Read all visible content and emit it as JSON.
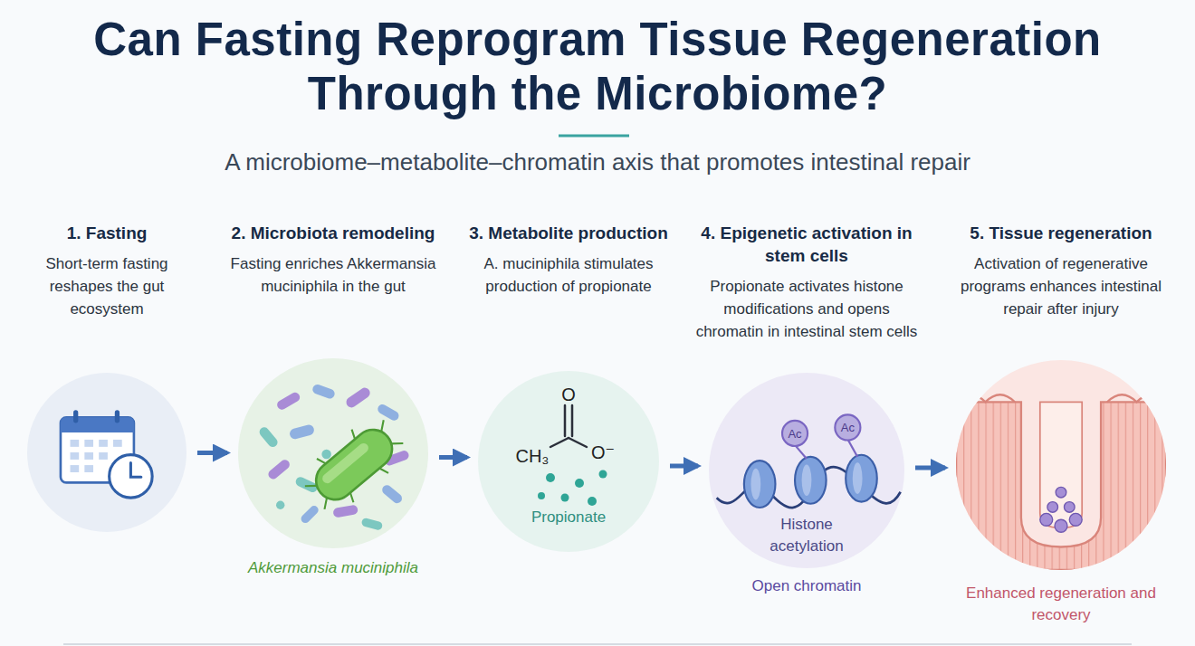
{
  "diagram": {
    "title": "Can Fasting Reprogram Tissue Regeneration Through the Microbiome?",
    "caption": "A microbiome–metabolite–chromatin axis that promotes intestinal repair",
    "nodes": [
      {
        "text": [
          "1. Fasting",
          "Short-term fasting reshapes the gut ecosystem"
        ]
      },
      {
        "text": [
          "2. Microbiota remodeling",
          "Fasting enriches Akkermansia muciniphila in the gut",
          "Akkermansia muciniphila"
        ]
      },
      {
        "text": [
          "3. Metabolite production",
          "A. muciniphila stimulates production of propionate",
          "Propionate"
        ]
      },
      {
        "text": [
          "4. Epigenetic activation in stem cells",
          "Propionate activates histone modifications and opens chromatin in intestinal stem cells",
          "Histone acetylation",
          "Open chromatin"
        ]
      },
      {
        "text": [
          "5. Tissue regeneration",
          "Activation of regenerative programs enhances intestinal repair after injury",
          "Enhanced regeneration and recovery"
        ]
      }
    ],
    "edges": [
      {
        "from": 0,
        "to": 1,
        "arrow": "to"
      },
      {
        "from": 1,
        "to": 2,
        "arrow": "to"
      },
      {
        "from": 2,
        "to": 3,
        "arrow": "to"
      },
      {
        "from": 3,
        "to": 4,
        "arrow": "to"
      }
    ],
    "labels": [
      "O",
      "CH₃",
      "O⁻",
      "Ac",
      "Ac"
    ]
  }
}
